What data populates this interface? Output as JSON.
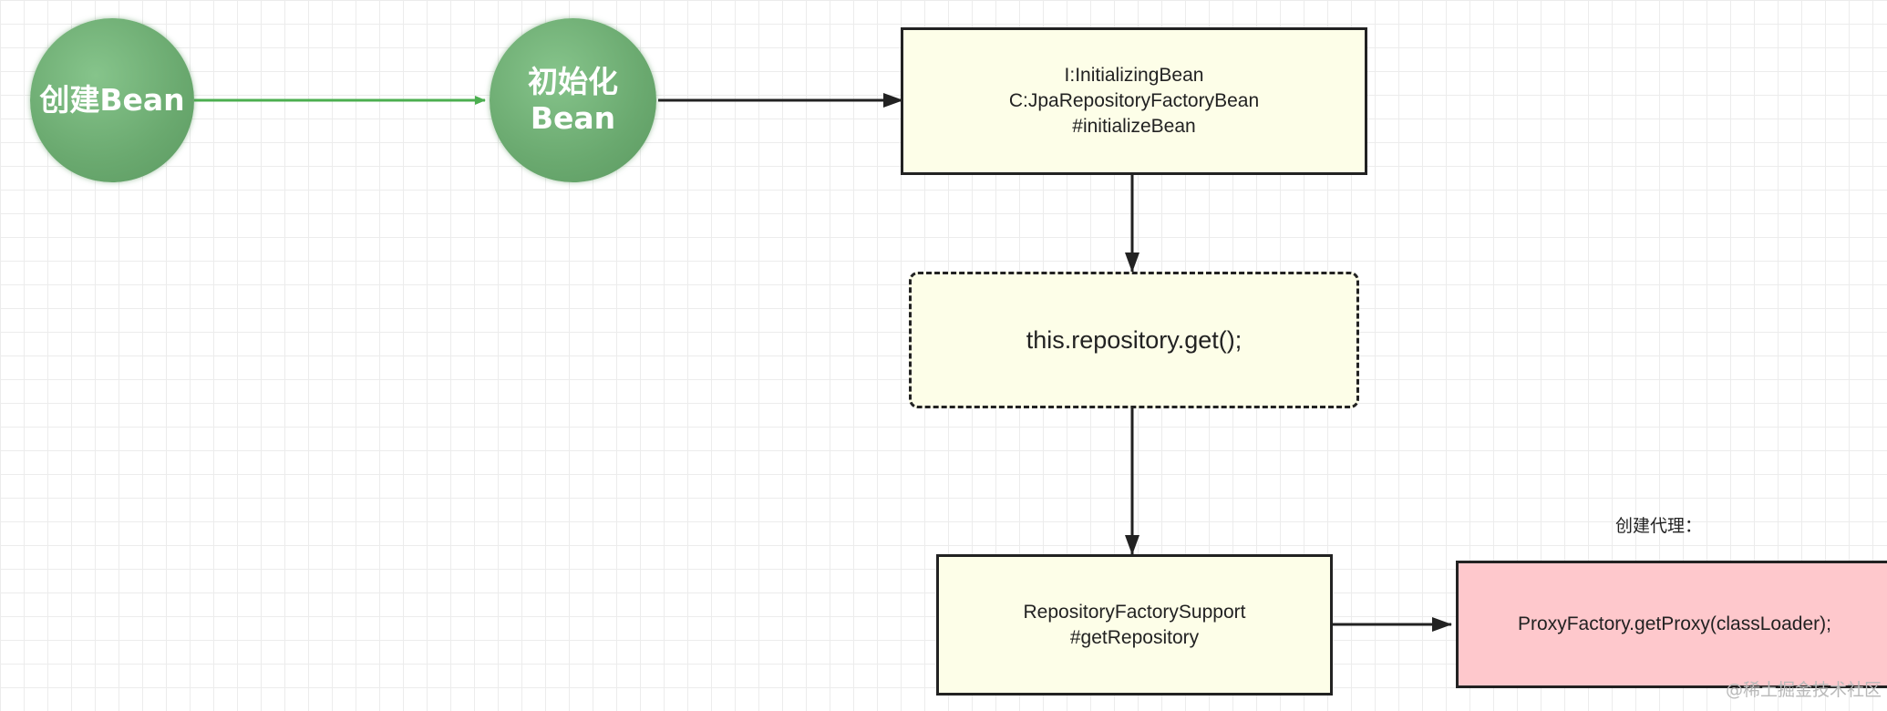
{
  "nodes": {
    "create_bean": {
      "label": "创建Bean"
    },
    "init_bean": {
      "line1": "初始化",
      "line2": "Bean"
    },
    "initializing_bean": {
      "line1": "I:InitializingBean",
      "line2": "C:JpaRepositoryFactoryBean",
      "line3": "#initializeBean"
    },
    "repository_get": {
      "label": "this.repository.get();"
    },
    "factory_support": {
      "line1": "RepositoryFactorySupport",
      "line2": "#getRepository"
    },
    "proxy_factory": {
      "label": "ProxyFactory.getProxy(classLoader);"
    }
  },
  "labels": {
    "create_proxy": "创建代理："
  },
  "watermark": "@稀土掘金技术社区",
  "colors": {
    "circle_fill": "#6aa96f",
    "box_fill": "#fdfee8",
    "proxy_fill": "#fec8cc",
    "green_arrow": "#4caf50",
    "dark_arrow": "#222222",
    "grid": "#ececec"
  }
}
